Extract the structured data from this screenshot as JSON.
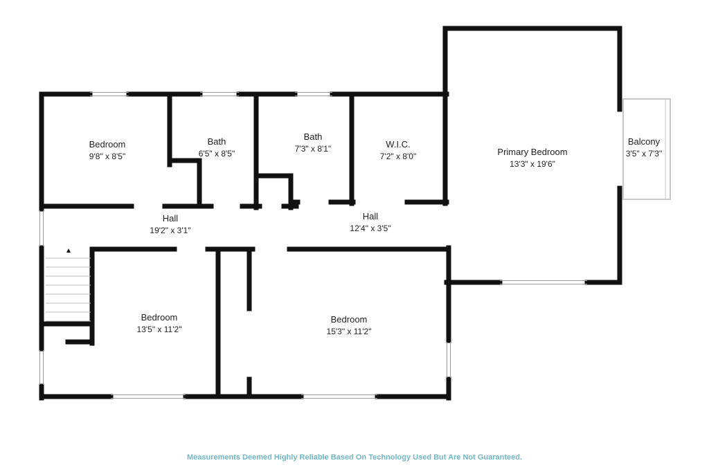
{
  "colors": {
    "wall": "#111111",
    "window": "#9a9a9a",
    "disclaimer": "#6fb7c4"
  },
  "rooms": {
    "bedroom_1": {
      "name": "Bedroom",
      "dims": "9'8\" x 8'5\""
    },
    "bath_1": {
      "name": "Bath",
      "dims": "6'5\" x 8'5\""
    },
    "bath_2": {
      "name": "Bath",
      "dims": "7'3\" x 8'1\""
    },
    "wic": {
      "name": "W.I.C.",
      "dims": "7'2\" x 8'0\""
    },
    "primary": {
      "name": "Primary Bedroom",
      "dims": "13'3\" x 19'6\""
    },
    "balcony": {
      "name": "Balcony",
      "dims": "3'5\" x 7'3\""
    },
    "hall_west": {
      "name": "Hall",
      "dims": "19'2\" x 3'1\""
    },
    "hall_east": {
      "name": "Hall",
      "dims": "12'4\" x 3'5\""
    },
    "bedroom_2": {
      "name": "Bedroom",
      "dims": "13'5\" x 11'2\""
    },
    "bedroom_3": {
      "name": "Bedroom",
      "dims": "15'3\" x 11'2\""
    }
  },
  "disclaimer": "Measurements Deemed Highly Reliable Based On Technology Used But Are Not Guaranteed."
}
